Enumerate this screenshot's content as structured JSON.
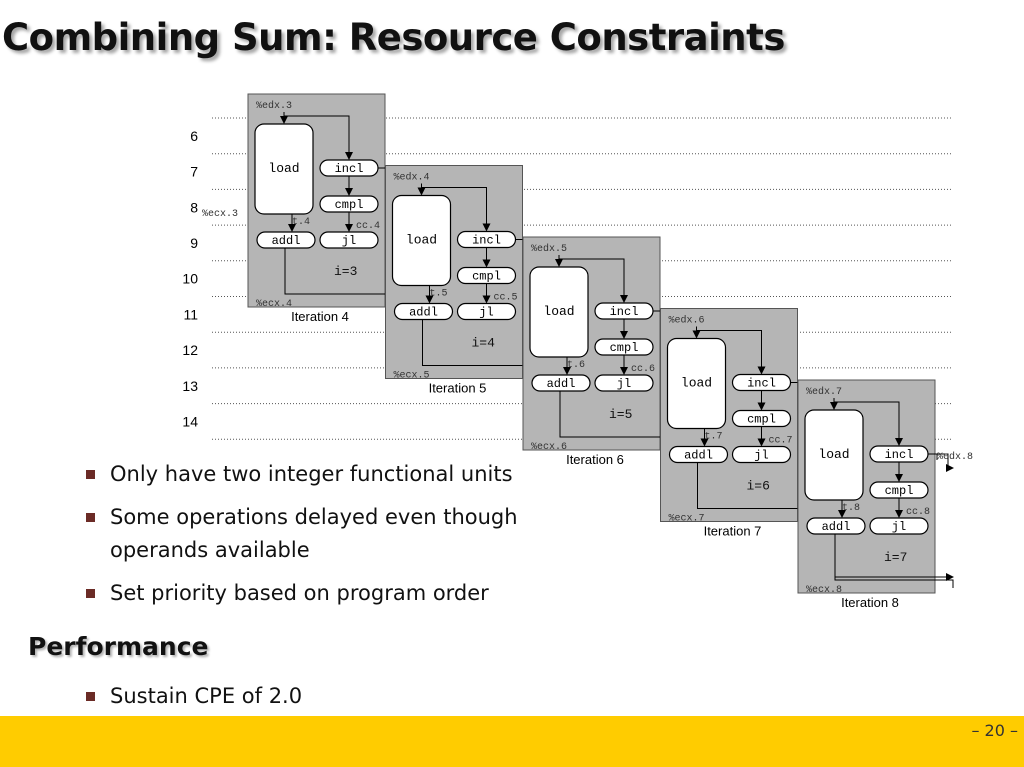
{
  "slide": {
    "title": "Combining Sum: Resource Constraints",
    "bullets": [
      "Only have two integer functional units",
      "Some operations delayed even though operands available",
      "Set priority based on program order"
    ],
    "performance_heading": "Performance",
    "performance_bullets": [
      "Sustain CPE of 2.0"
    ],
    "page_number": "– 20 –"
  },
  "diagram": {
    "cycles": [
      "6",
      "7",
      "8",
      "9",
      "10",
      "11",
      "12",
      "13",
      "14"
    ],
    "iterations": [
      {
        "caption": "Iteration 4",
        "edx_in": "%edx.3",
        "ecx_in": "%ecx.3",
        "ecx_out": "%ecx.4",
        "t": "t.4",
        "cc": "cc.4",
        "i_label": "i=3",
        "ops": [
          "load",
          "incl",
          "cmpl",
          "addl",
          "jl"
        ]
      },
      {
        "caption": "Iteration 5",
        "edx_in": "%edx.4",
        "ecx_in": "",
        "ecx_out": "%ecx.5",
        "t": "t.5",
        "cc": "cc.5",
        "i_label": "i=4",
        "ops": [
          "load",
          "incl",
          "cmpl",
          "addl",
          "jl"
        ]
      },
      {
        "caption": "Iteration 6",
        "edx_in": "%edx.5",
        "ecx_in": "",
        "ecx_out": "%ecx.6",
        "t": "t.6",
        "cc": "cc.6",
        "i_label": "i=5",
        "ops": [
          "load",
          "incl",
          "cmpl",
          "addl",
          "jl"
        ]
      },
      {
        "caption": "Iteration 7",
        "edx_in": "%edx.6",
        "ecx_in": "",
        "ecx_out": "%ecx.7",
        "t": "t.7",
        "cc": "cc.7",
        "i_label": "i=6",
        "ops": [
          "load",
          "incl",
          "cmpl",
          "addl",
          "jl"
        ]
      },
      {
        "caption": "Iteration 8",
        "edx_in": "%edx.7",
        "ecx_in": "",
        "ecx_out": "%ecx.8",
        "t": "t.8",
        "cc": "cc.8",
        "i_label": "i=7",
        "ops": [
          "load",
          "incl",
          "cmpl",
          "addl",
          "jl"
        ]
      }
    ],
    "edx_out": "%edx.8",
    "colors": {
      "box_fill": "#b5b5b5",
      "box_stroke": "#555555",
      "footer": "#ffcc00",
      "bullet": "#6b2b26"
    }
  }
}
